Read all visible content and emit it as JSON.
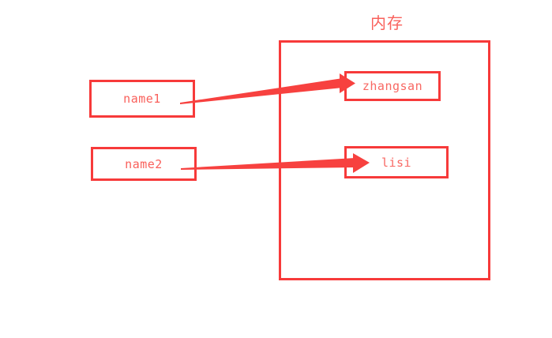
{
  "diagram": {
    "title": "内存",
    "colors": {
      "border": "#f73a3a",
      "text": "#f9605b",
      "title": "#f9615c",
      "arrow": "#f7413f",
      "background": "#ffffff"
    },
    "variables": [
      {
        "id": "name1",
        "label": "name1"
      },
      {
        "id": "name2",
        "label": "name2"
      }
    ],
    "objects": [
      {
        "id": "zhangsan",
        "label": "zhangsan"
      },
      {
        "id": "lisi",
        "label": "lisi"
      }
    ],
    "references": [
      {
        "from": "name1",
        "to": "zhangsan"
      },
      {
        "from": "name2",
        "to": "lisi"
      }
    ]
  }
}
